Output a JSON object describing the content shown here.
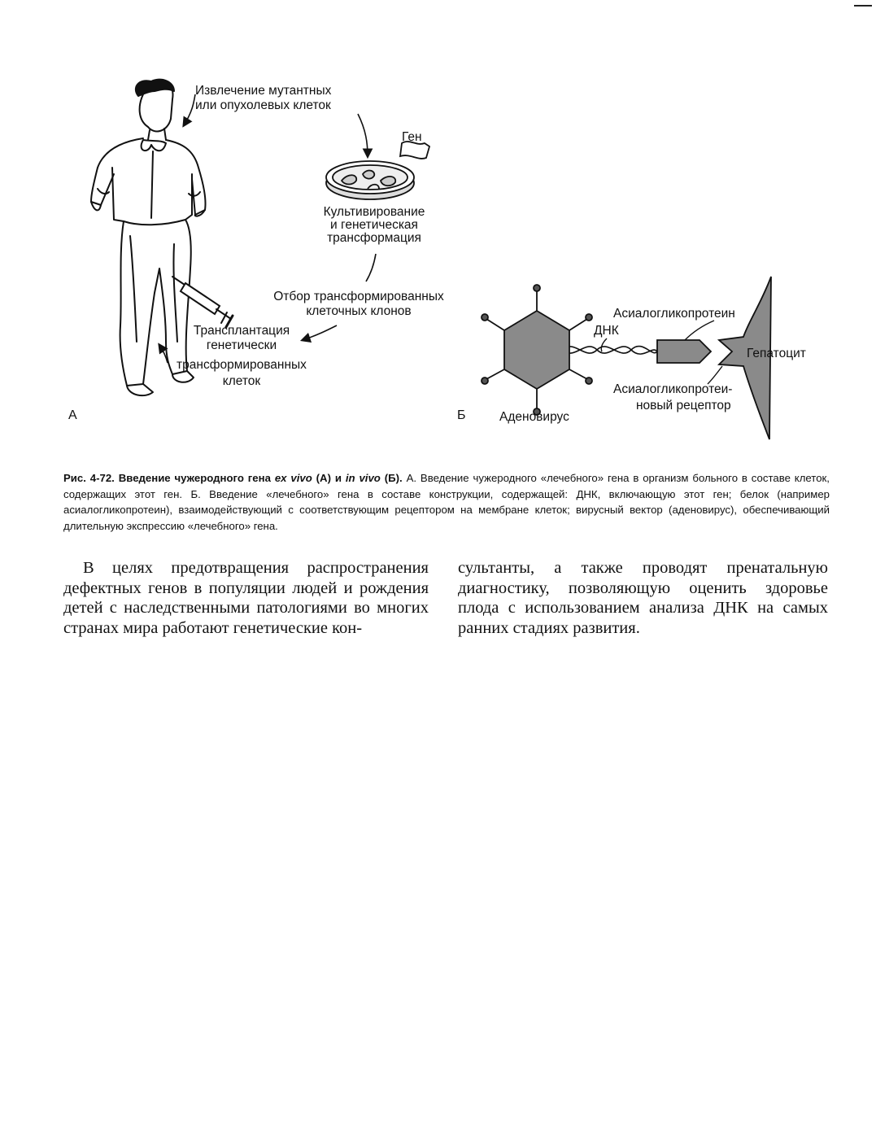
{
  "figure": {
    "panel_a": {
      "letter": "А",
      "extraction_line1": "Извлечение мутантных",
      "extraction_line2": "или опухолевых клеток",
      "gene": "Ген",
      "culture_line1": "Культивирование",
      "culture_line2": "и генетическая",
      "culture_line3": "трансформация",
      "selection_line1": "Отбор трансформированных",
      "selection_line2": "клеточных клонов",
      "transplant_line1": "Трансплантация",
      "transplant_line2": "генетически",
      "transplant_line3": "трансформированных",
      "transplant_line4": "клеток"
    },
    "panel_b": {
      "letter": "Б",
      "protein": "Асиалогликопротеин",
      "dna": "ДНК",
      "hepatocyte": "Гепатоцит",
      "receptor_line1": "Асиалогликопротеи-",
      "receptor_line2": "новый рецептор",
      "adenovirus": "Аденовирус"
    }
  },
  "caption": {
    "label": "Рис. 4-72. Введение чужеродного гена",
    "ex_vivo": "ex vivo",
    "mid1": "(А) и",
    "in_vivo": "in vivo",
    "mid2": "(Б).",
    "text": "А. Введение чужеродного «лечебного» гена в организм больного в составе клеток, содержащих этот ген. Б. Введение «лечебного» гена в составе конструкции, содержащей: ДНК, включающую этот ген; белок (например асиалогликопротеин), взаимодействующий с соответствующим рецептором на мембране клеток; вирусный вектор (аденовирус), обеспечивающий длительную экспрессию «лечебного» гена."
  },
  "body": {
    "left_column": "В целях предотвращения распространения дефектных генов в популяции людей и рождения детей с наследственными патологиями во многих странах мира работают генетические кон-",
    "right_column": "сультанты, а также проводят пренатальную диагностику, позволяющую оценить здоровье плода с использованием анализа ДНК на самых ранних стадиях развития."
  },
  "icons": {
    "person": "person-illustration-icon",
    "dish": "petri-dish-icon",
    "syringe": "syringe-icon",
    "virus": "adenovirus-icon",
    "hepatocyte": "hepatocyte-icon"
  }
}
